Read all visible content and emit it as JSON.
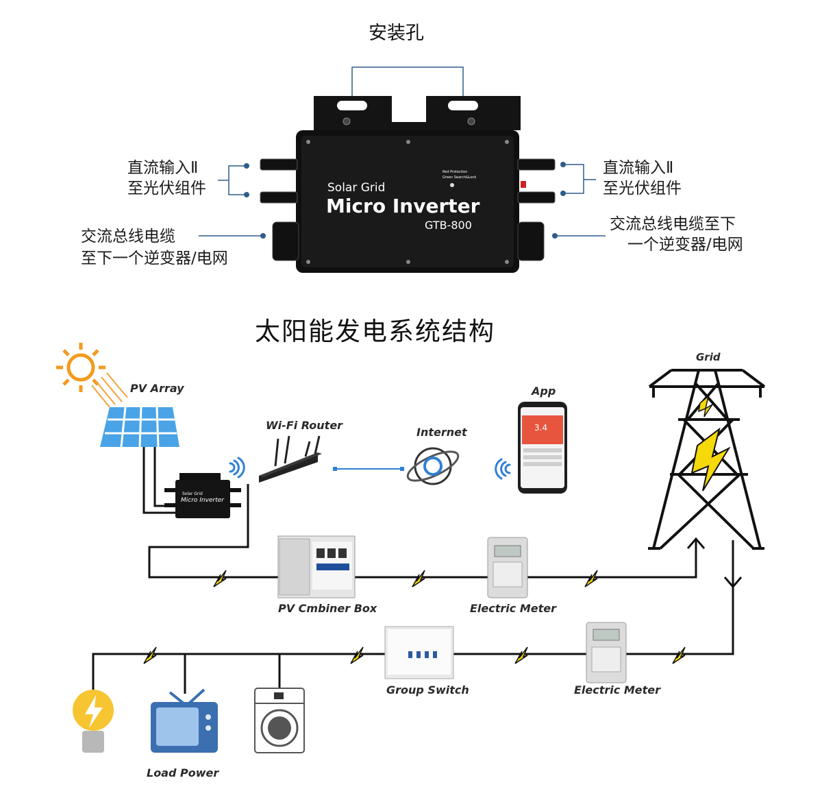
{
  "top": {
    "mount_holes_label": "安装孔",
    "dc_input_left": [
      "直流输入Ⅱ",
      "至光伏组件"
    ],
    "dc_input_right": [
      "直流输入Ⅱ",
      "至光伏组件"
    ],
    "ac_bus_left": [
      "交流总线电缆",
      "至下一个逆变器/电网"
    ],
    "ac_bus_right": [
      "交流总线电缆至下",
      "一个逆变器/电网"
    ],
    "device": {
      "brand_line": "Solar Grid",
      "name": "Micro Inverter",
      "model": "GTB-800",
      "led_text_1": "Red Protection",
      "led_text_2": "Green Search&Lock"
    }
  },
  "diagram": {
    "title": "太阳能发电系统结构",
    "labels": {
      "pv_array": "PV Array",
      "wifi_router": "Wi-Fi Router",
      "internet": "Internet",
      "app": "App",
      "grid": "Grid",
      "pv_combiner": "PV Cmbiner Box",
      "meter_1": "Electric Meter",
      "group_switch": "Group Switch",
      "meter_2": "Electric Meter",
      "load_power": "Load Power"
    },
    "mini_inverter": {
      "brand": "Solar Grid",
      "name": "Micro Inverter"
    },
    "app_screen": {
      "value": "3.4"
    }
  },
  "colors": {
    "leader_line": "#2f5c8a",
    "dot": "#2f5c8a",
    "sun": "#f39a1e",
    "panel": "#4aa3e6",
    "bolt": "#f5d90a",
    "internet_blue": "#2f7fd6",
    "app_red": "#e8553f",
    "tv_blue": "#3b6fb0",
    "bulb_yellow": "#f7c531"
  }
}
